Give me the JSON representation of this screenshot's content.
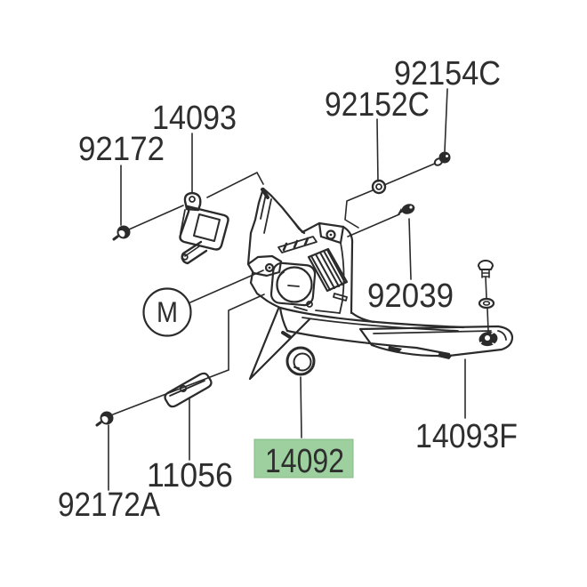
{
  "page": {
    "background": "#ffffff"
  },
  "colors": {
    "line": "#2b2b2b",
    "text": "#2e2e2e",
    "highlight_fill": "#9ecf9e",
    "highlight_border": "#85bb85"
  },
  "diagram": {
    "type": "exploded-parts-diagram"
  },
  "parts": {
    "p92172": {
      "label": "92172"
    },
    "p14093": {
      "label": "14093"
    },
    "p92152C": {
      "label": "92152C"
    },
    "p92154C": {
      "label": "92154C"
    },
    "p92039": {
      "label": "92039"
    },
    "p14093F": {
      "label": "14093F"
    },
    "p14092": {
      "label": "14092",
      "highlighted": true
    },
    "p11056": {
      "label": "11056"
    },
    "p92172A": {
      "label": "92172A"
    }
  },
  "symbols": {
    "motor": {
      "label": "M"
    }
  }
}
